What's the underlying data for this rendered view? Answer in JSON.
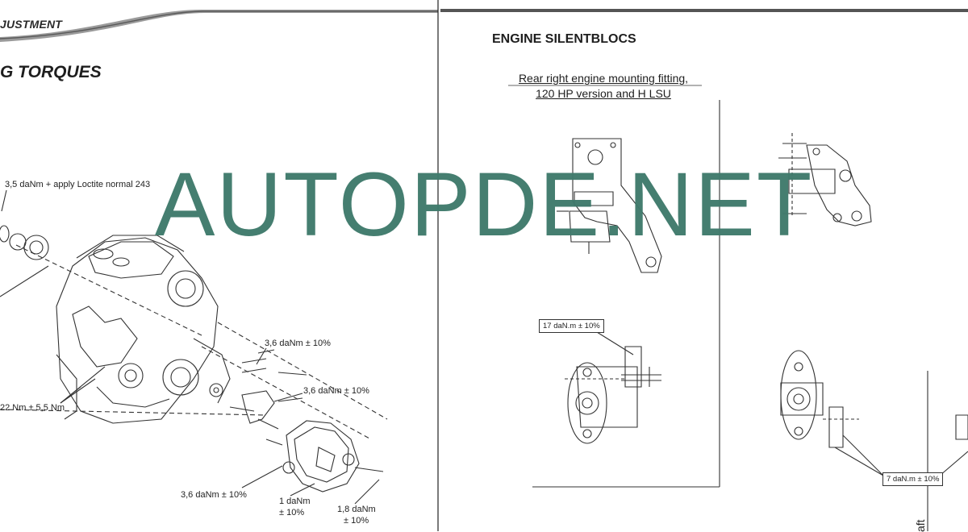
{
  "left_page": {
    "section_header": "JUSTMENT",
    "title": "G TORQUES",
    "labels": {
      "loctite": "3,5 daNm + apply Loctite normal 243",
      "torque_a": "3,6 daNm ± 10%",
      "torque_b": "3,6 daNm ± 10%",
      "torque_c": "22 Nm ± 5,5 Nm",
      "torque_d": "3,6 daNm ± 10%",
      "torque_e_1": "1 daNm",
      "torque_e_2": "± 10%",
      "torque_f_1": "1,8 daNm",
      "torque_f_2": "± 10%"
    }
  },
  "right_page": {
    "title": "ENGINE SILENTBLOCS",
    "caption_line1": "Rear right engine mounting fitting,",
    "caption_line2": "120 HP version and H LSU",
    "box_label_1": "17 daN.m ± 10%",
    "box_label_2": "7 daN.m ± 10%",
    "vertical_text": "aft"
  },
  "watermark": "AUTOPDE.NET"
}
